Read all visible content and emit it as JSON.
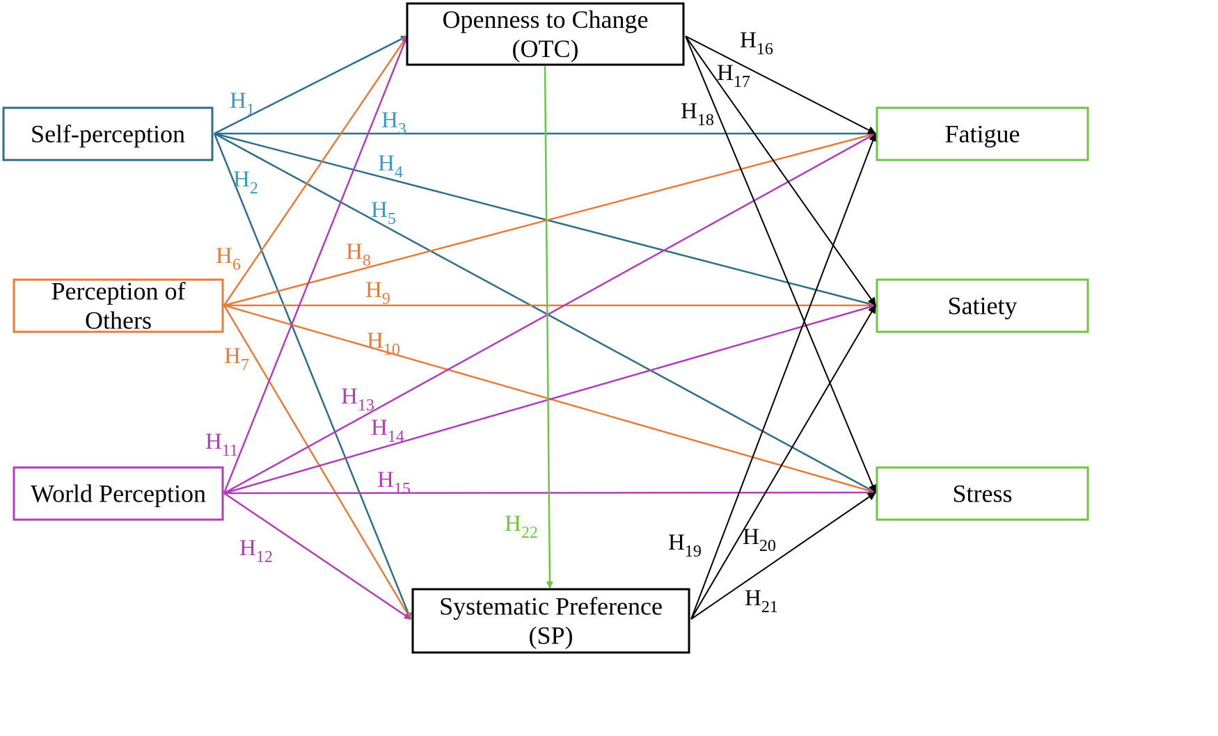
{
  "colors": {
    "self": "#2e6e8a",
    "self_label": "#3a9ac4",
    "others": "#e87b3a",
    "world": "#b23db8",
    "otc_sp": "#6cc63f",
    "black": "#000000",
    "outcome_border": "#6cc63f"
  },
  "nodes": {
    "self": {
      "lines": [
        "Self-perception"
      ]
    },
    "others": {
      "lines": [
        "Perception of",
        "Others"
      ]
    },
    "world": {
      "lines": [
        "World Perception"
      ]
    },
    "otc": {
      "lines": [
        "Openness to Change",
        "(OTC)"
      ]
    },
    "sp": {
      "lines": [
        "Systematic Preference",
        "(SP)"
      ]
    },
    "fatigue": {
      "lines": [
        "Fatigue"
      ]
    },
    "satiety": {
      "lines": [
        "Satiety"
      ]
    },
    "stress": {
      "lines": [
        "Stress"
      ]
    }
  },
  "hypotheses": [
    {
      "id": "H1",
      "main": "H",
      "sub": "1",
      "from": "self",
      "to": "otc",
      "color": "self"
    },
    {
      "id": "H2",
      "main": "H",
      "sub": "2",
      "from": "self",
      "to": "sp",
      "color": "self"
    },
    {
      "id": "H3",
      "main": "H",
      "sub": "3",
      "from": "self",
      "to": "fatigue",
      "color": "self"
    },
    {
      "id": "H4",
      "main": "H",
      "sub": "4",
      "from": "self",
      "to": "satiety",
      "color": "self"
    },
    {
      "id": "H5",
      "main": "H",
      "sub": "5",
      "from": "self",
      "to": "stress",
      "color": "self"
    },
    {
      "id": "H6",
      "main": "H",
      "sub": "6",
      "from": "others",
      "to": "otc",
      "color": "others"
    },
    {
      "id": "H7",
      "main": "H",
      "sub": "7",
      "from": "others",
      "to": "sp",
      "color": "others"
    },
    {
      "id": "H8",
      "main": "H",
      "sub": "8",
      "from": "others",
      "to": "fatigue",
      "color": "others"
    },
    {
      "id": "H9",
      "main": "H",
      "sub": "9",
      "from": "others",
      "to": "satiety",
      "color": "others"
    },
    {
      "id": "H10",
      "main": "H",
      "sub": "10",
      "from": "others",
      "to": "stress",
      "color": "others"
    },
    {
      "id": "H11",
      "main": "H",
      "sub": "11",
      "from": "world",
      "to": "otc",
      "color": "world"
    },
    {
      "id": "H12",
      "main": "H",
      "sub": "12",
      "from": "world",
      "to": "sp",
      "color": "world"
    },
    {
      "id": "H13",
      "main": "H",
      "sub": "13",
      "from": "world",
      "to": "fatigue",
      "color": "world"
    },
    {
      "id": "H14",
      "main": "H",
      "sub": "14",
      "from": "world",
      "to": "satiety",
      "color": "world"
    },
    {
      "id": "H15",
      "main": "H",
      "sub": "15",
      "from": "world",
      "to": "stress",
      "color": "world"
    },
    {
      "id": "H16",
      "main": "H",
      "sub": "16",
      "from": "otc",
      "to": "fatigue",
      "color": "black"
    },
    {
      "id": "H17",
      "main": "H",
      "sub": "17",
      "from": "otc",
      "to": "satiety",
      "color": "black"
    },
    {
      "id": "H18",
      "main": "H",
      "sub": "18",
      "from": "otc",
      "to": "stress",
      "color": "black"
    },
    {
      "id": "H19",
      "main": "H",
      "sub": "19",
      "from": "sp",
      "to": "fatigue",
      "color": "black"
    },
    {
      "id": "H20",
      "main": "H",
      "sub": "20",
      "from": "sp",
      "to": "satiety",
      "color": "black"
    },
    {
      "id": "H21",
      "main": "H",
      "sub": "21",
      "from": "sp",
      "to": "stress",
      "color": "black"
    },
    {
      "id": "H22",
      "main": "H",
      "sub": "22",
      "from": "otc",
      "to": "sp",
      "color": "otc_sp"
    }
  ]
}
